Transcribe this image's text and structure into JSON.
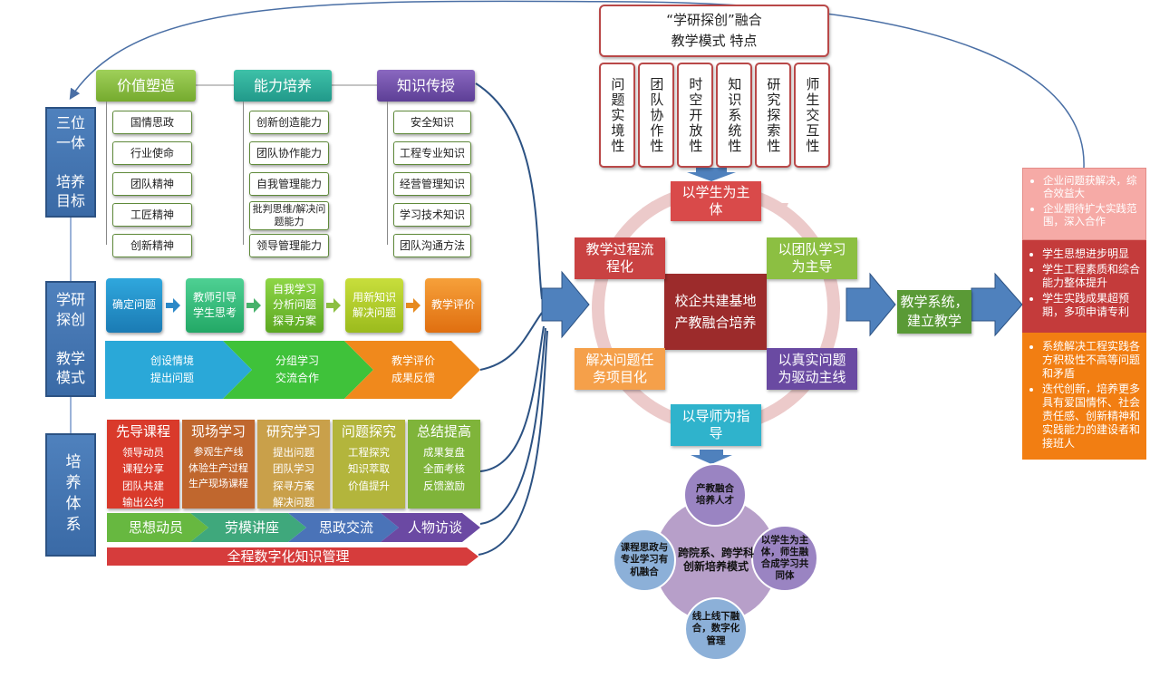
{
  "top_features": {
    "title_line1": "“学研探创”融合",
    "title_line2": "教学模式 特点",
    "items": [
      "问题实境性",
      "团队协作性",
      "时空开放性",
      "知识系统性",
      "研究探索性",
      "师生交互性"
    ]
  },
  "left_labels": {
    "goal": "三位一体\n\n培养目标",
    "mode": "学研探创\n\n教学模式",
    "system": "培养体系"
  },
  "goals": {
    "values": {
      "head": "价值塑造",
      "items": [
        "国情思政",
        "行业使命",
        "团队精神",
        "工匠精神",
        "创新精神"
      ]
    },
    "ability": {
      "head": "能力培养",
      "items": [
        "创新创造能力",
        "团队协作能力",
        "自我管理能力",
        "批判思维/解决问题能力",
        "领导管理能力"
      ]
    },
    "knowledge": {
      "head": "知识传授",
      "items": [
        "安全知识",
        "工程专业知识",
        "经营管理知识",
        "学习技术知识",
        "团队沟通方法"
      ]
    }
  },
  "process_steps": [
    "确定问题",
    "教师引导学生思考",
    "自我学习分析问题探寻方案",
    "用新知识解决问题",
    "教学评价"
  ],
  "process_chevrons": [
    {
      "l1": "创设情境",
      "l2": "提出问题"
    },
    {
      "l1": "分组学习",
      "l2": "交流合作"
    },
    {
      "l1": "教学评价",
      "l2": "成果反馈"
    }
  ],
  "courses": [
    {
      "title": "先导课程",
      "lines": [
        "领导动员",
        "课程分享",
        "团队共建",
        "输出公约"
      ]
    },
    {
      "title": "现场学习",
      "lines": [
        "参观生产线",
        "体验生产过程",
        "生产现场课程"
      ]
    },
    {
      "title": "研究学习",
      "lines": [
        "提出问题",
        "团队学习",
        "探寻方案",
        "解决问题"
      ]
    },
    {
      "title": "问题探究",
      "lines": [
        "工程探究",
        "知识萃取",
        "价值提升"
      ]
    },
    {
      "title": "总结提高",
      "lines": [
        "成果复盘",
        "全面考核",
        "反馈激励"
      ]
    }
  ],
  "activities": [
    "思想动员",
    "劳模讲座",
    "思政交流",
    "人物访谈"
  ],
  "knowledge_bar": "全程数字化知识管理",
  "cycle": {
    "center": "校企共建基地\n产教融合培养",
    "top": "以学生为主体",
    "right_top": "以团队学习为主导",
    "right_bottom": "以真实问题为驱动主线",
    "bottom": "以导师为指导",
    "left_bottom": "解决问题任务项目化",
    "left_top": "教学过程流程化"
  },
  "system_box": "教学系统，\n建立教学",
  "bubbles": {
    "center": "跨院系、跨学科\n创新培养模式",
    "top": "产教融合\n培养人才",
    "right": "以学生为主体，师生融合成学习共同体",
    "bottom": "线上线下融合，数字化管理",
    "left": "课程思政与专业学习有机融合"
  },
  "outcomes": {
    "pink": [
      "企业问题获解决，综合效益大",
      "企业期待扩大实践范围，深入合作"
    ],
    "red": [
      "学生思想进步明显",
      "学生工程素质和综合能力整体提升",
      "学生实践成果超预期，多项申请专利"
    ],
    "orange": [
      "系统解决工程实践各方积极性不高等问题和矛盾",
      "迭代创新，培养更多具有爱国情怀、社会责任感、创新精神和实践能力的建设者和接班人"
    ]
  },
  "colors": {
    "blue": "#4f81bd",
    "green": "#8cbf42",
    "purple": "#6b49a3",
    "red": "#c0392b",
    "orange": "#f07d18",
    "pink": "#f4a9a6",
    "teal": "#2fb3cc"
  }
}
